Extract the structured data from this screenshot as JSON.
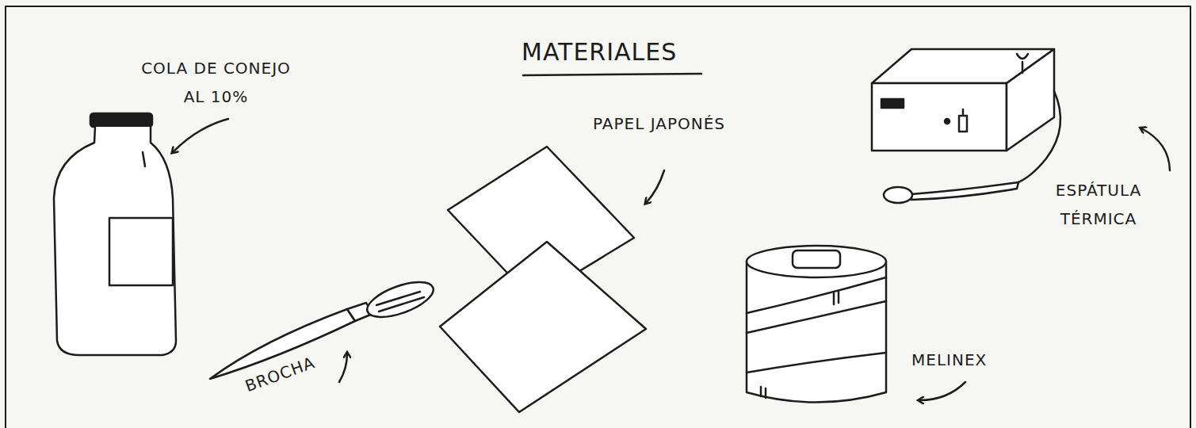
{
  "diagram": {
    "title": "MATERIALES",
    "labels": [
      "COLA DE CONEJO AL 10%",
      "PAPEL JAPONÉS",
      "ESPÁTULA TÉRMICA",
      "BROCHA",
      "MELINEX"
    ]
  }
}
